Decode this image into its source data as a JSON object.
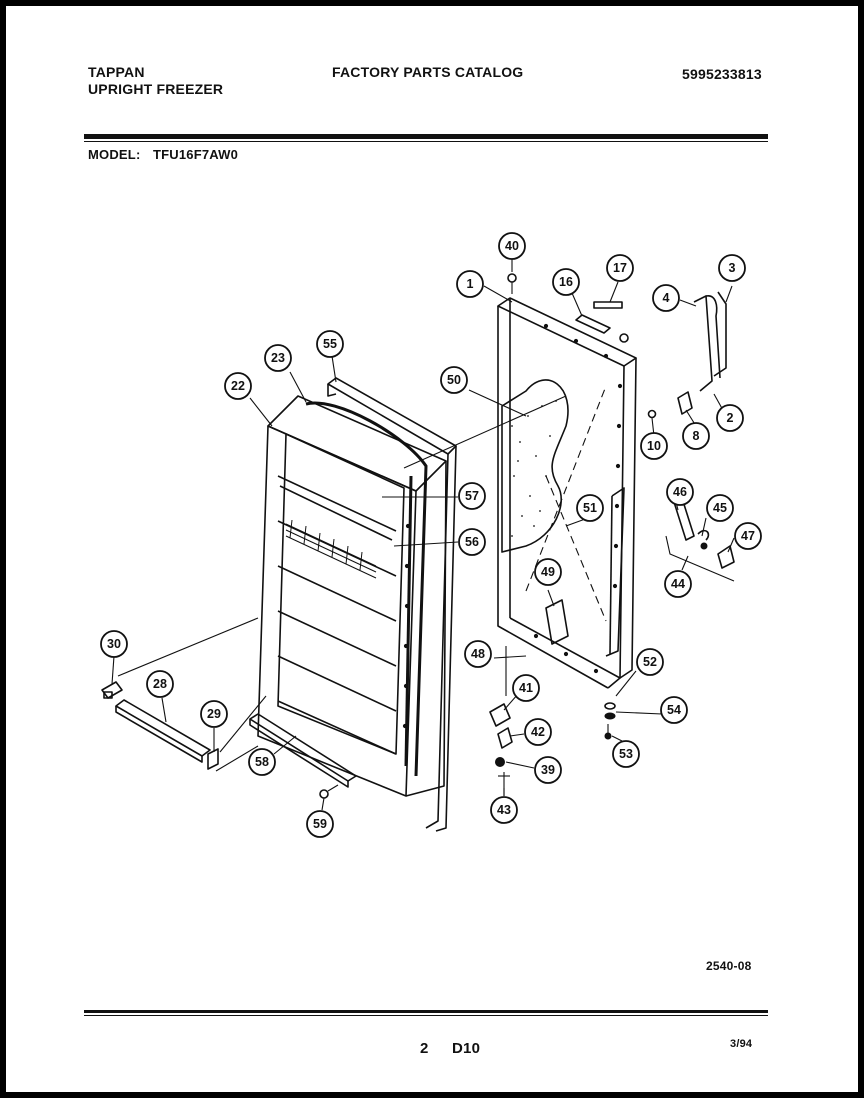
{
  "header": {
    "brand": "TAPPAN",
    "product": "UPRIGHT FREEZER",
    "catalog": "FACTORY PARTS CATALOG",
    "catalog_number": "5995233813",
    "model_label": "MODEL:",
    "model_number": "TFU16F7AW0"
  },
  "callouts": [
    "1",
    "2",
    "3",
    "4",
    "8",
    "10",
    "16",
    "17",
    "22",
    "23",
    "28",
    "29",
    "30",
    "39",
    "40",
    "41",
    "42",
    "43",
    "44",
    "45",
    "46",
    "47",
    "48",
    "49",
    "50",
    "51",
    "52",
    "53",
    "54",
    "55",
    "56",
    "57",
    "58",
    "59"
  ],
  "drawing_number": "2540-08",
  "footer": {
    "page_number": "2",
    "section": "D10",
    "date": "3/94"
  }
}
